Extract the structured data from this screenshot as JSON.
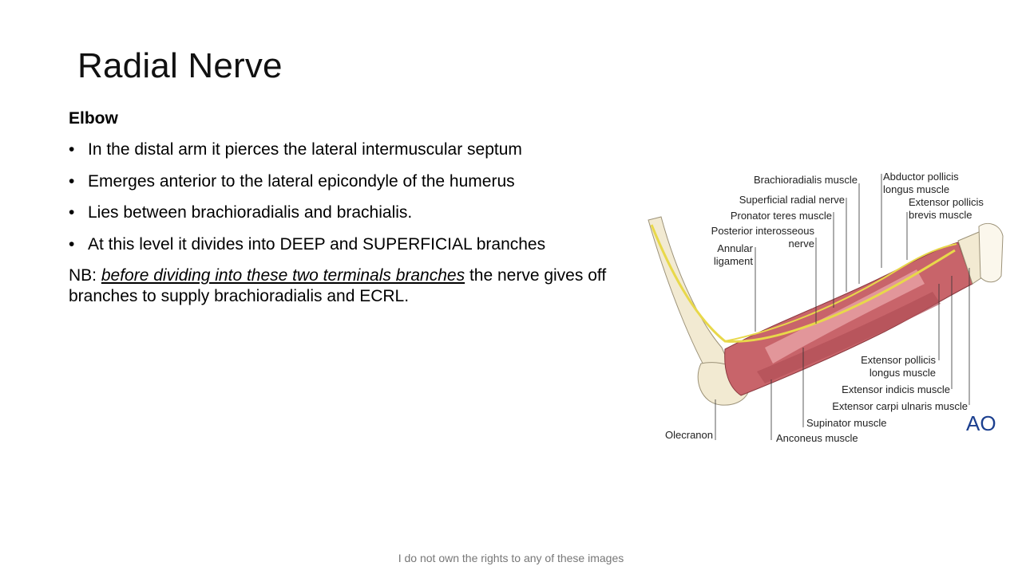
{
  "slide": {
    "title": "Radial Nerve",
    "subheading": "Elbow",
    "bullets": [
      "In the distal arm it pierces the lateral intermuscular septum",
      "Emerges anterior to the lateral epicondyle of the humerus",
      "Lies between brachioradialis and brachialis.",
      "At this level it divides into DEEP and SUPERFICIAL branches"
    ],
    "nb": {
      "prefix": "NB: ",
      "emphasis": "before dividing into these two terminals branches",
      "suffix": " the nerve gives off branches to supply brachioradialis and ECRL."
    },
    "footer": "I do not own the rights to any of these images"
  },
  "figure": {
    "labels": {
      "brachioradialis": "Brachioradialis muscle",
      "superficial_radial": "Superficial radial nerve",
      "pronator_teres": "Pronator teres muscle",
      "posterior_interosseous_1": "Posterior interosseous",
      "posterior_interosseous_2": "nerve",
      "annular_1": "Annular",
      "annular_2": "ligament",
      "abductor_1": "Abductor pollicis",
      "abductor_2": "longus muscle",
      "ext_pollicis_brevis_1": "Extensor pollicis",
      "ext_pollicis_brevis_2": "brevis muscle",
      "ext_pollicis_longus_1": "Extensor pollicis",
      "ext_pollicis_longus_2": "longus muscle",
      "ext_indicis": "Extensor indicis muscle",
      "ext_carpi_ulnaris": "Extensor carpi ulnaris muscle",
      "supinator": "Supinator muscle",
      "anconeus": "Anconeus muscle",
      "olecranon": "Olecranon"
    },
    "logo": "AO",
    "colors": {
      "muscle": "#c8646a",
      "muscle_light": "#e9a3a6",
      "nerve": "#e8d84a",
      "bone": "#f2ead2"
    }
  }
}
